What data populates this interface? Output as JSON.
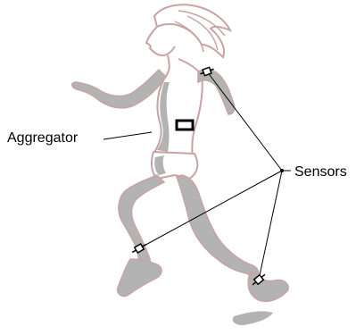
{
  "labels": {
    "aggregator": "Aggregator",
    "sensors": "Sensors"
  },
  "colors": {
    "body_fill": "#b3b3b3",
    "body_outline": "#c9a3a3",
    "lines": "#000000",
    "background": "#ffffff"
  },
  "icons": {
    "figure": "runner-silhouette",
    "sensor": "sensor-marker",
    "aggregator": "aggregator-marker"
  }
}
